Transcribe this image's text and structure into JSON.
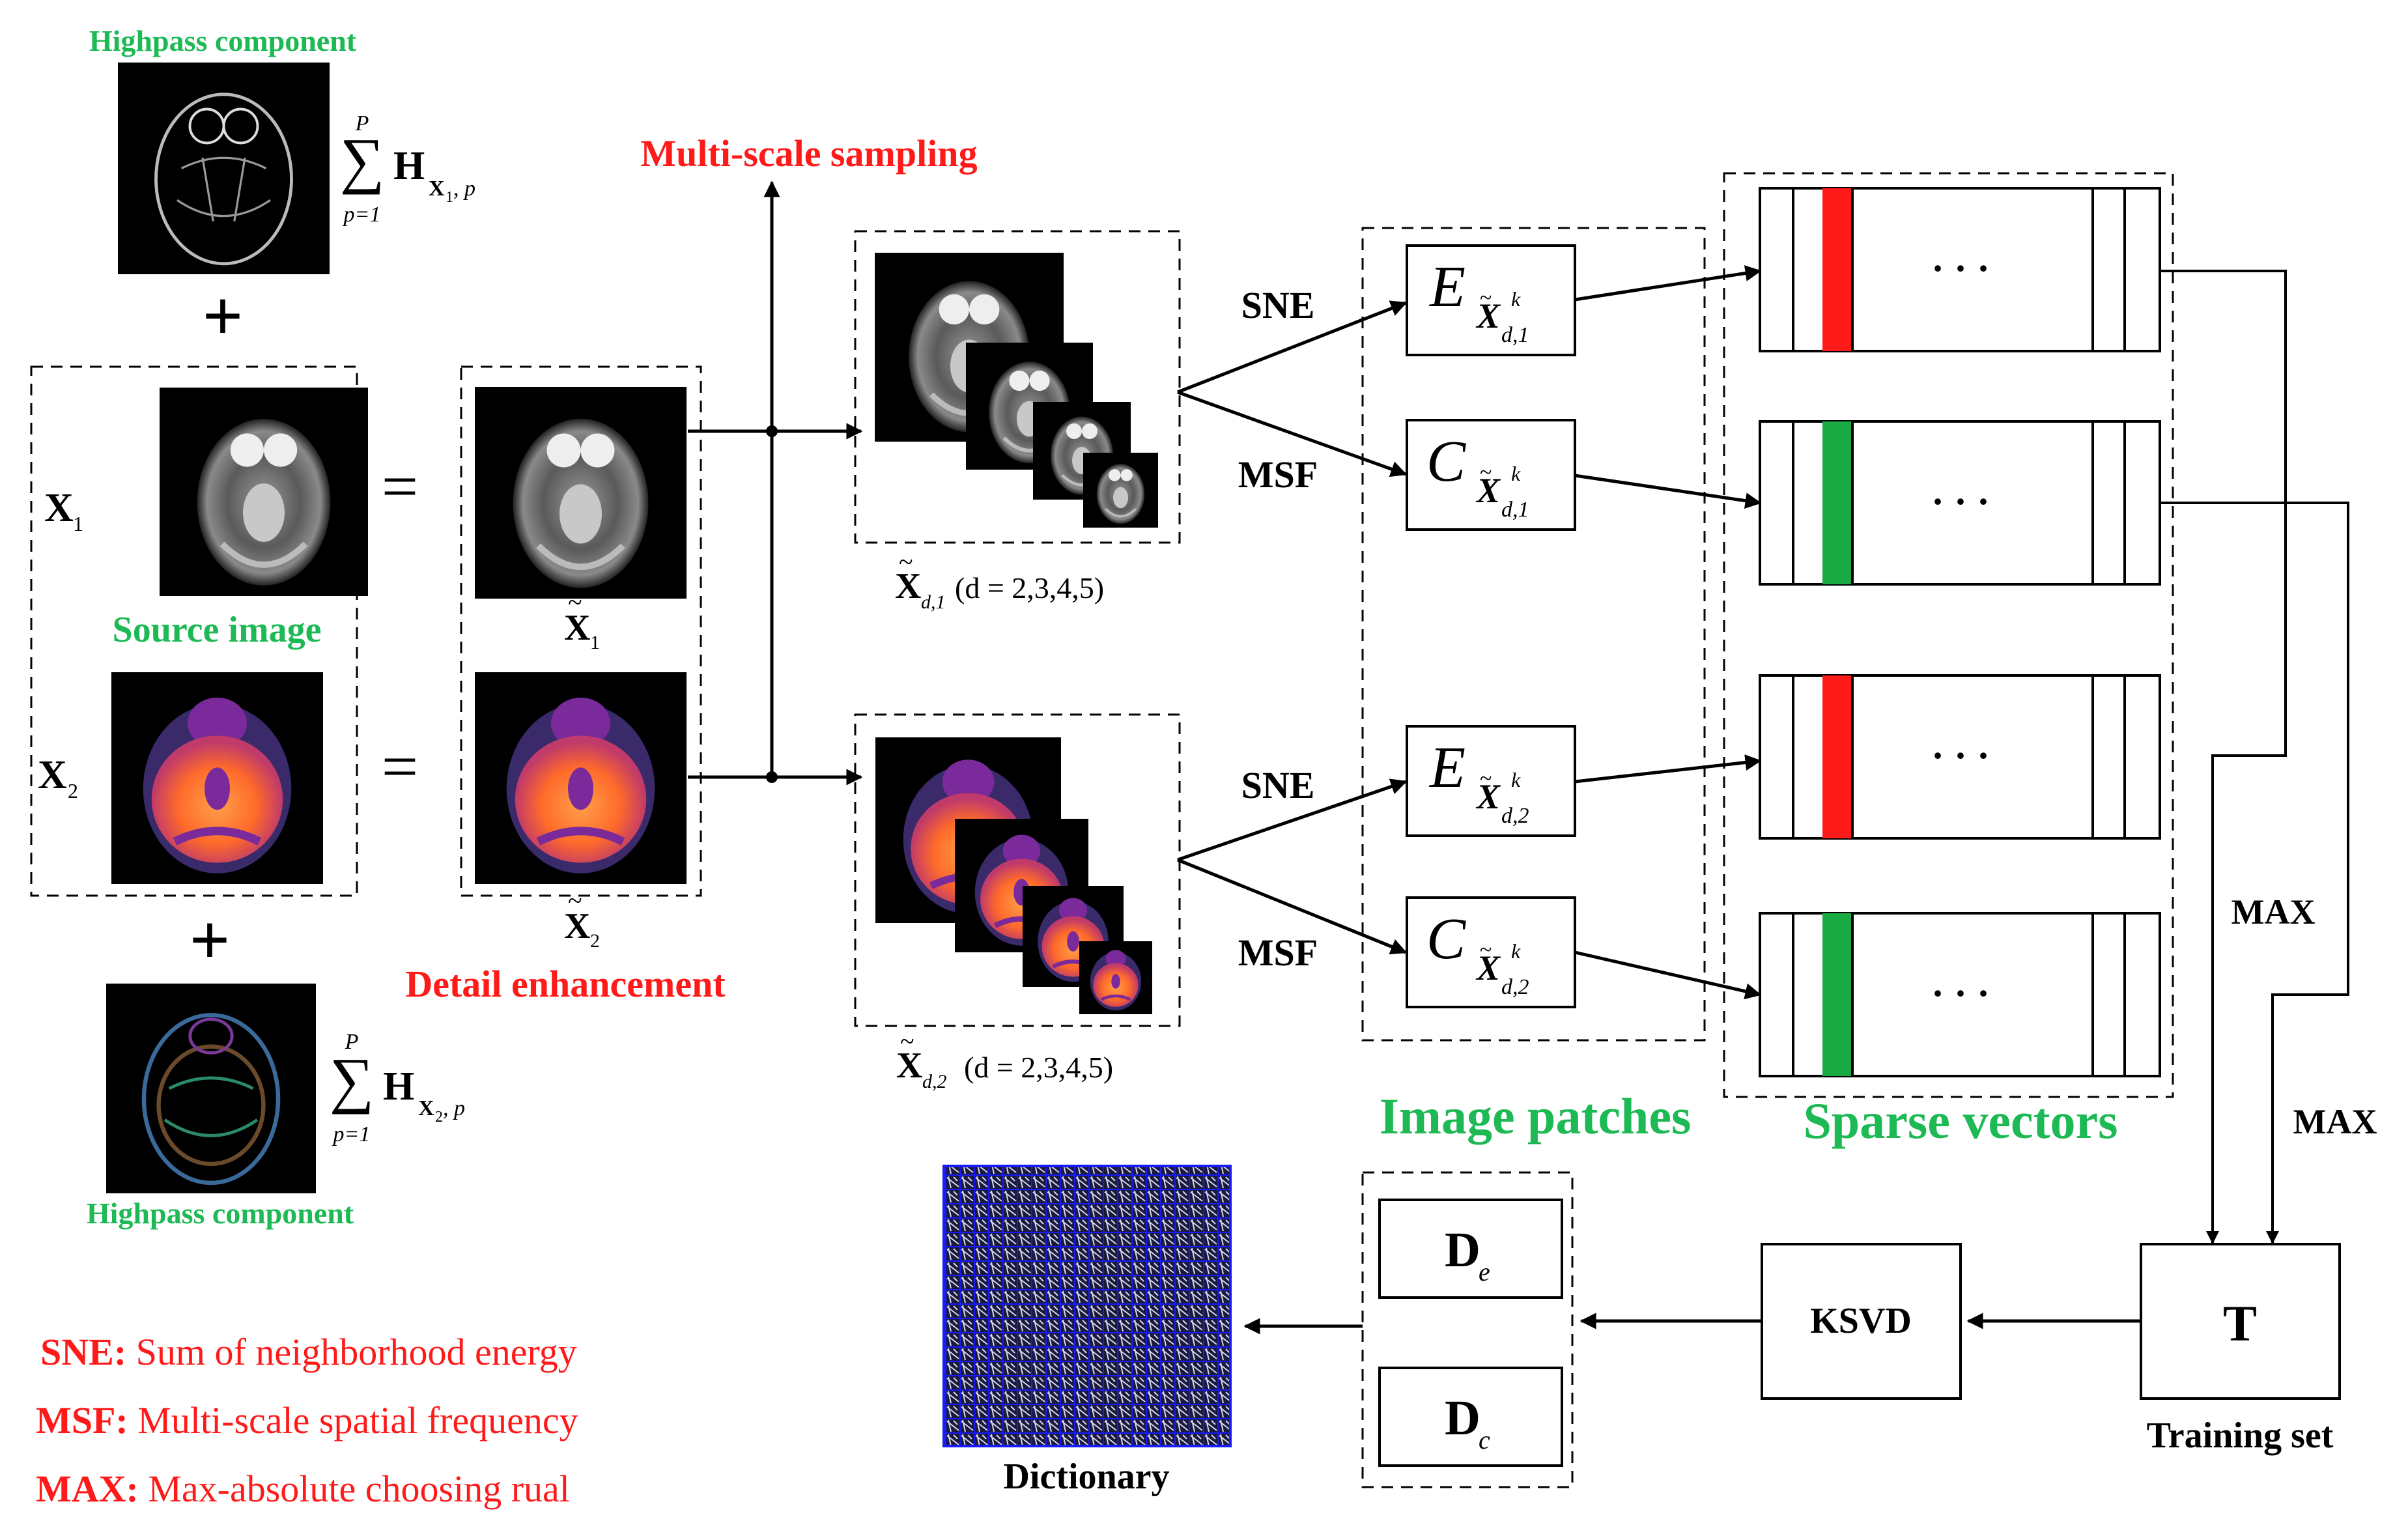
{
  "labels": {
    "highpass_top": "Highpass component",
    "highpass_bottom": "Highpass component",
    "source_image": "Source image",
    "multi_scale_sampling": "Multi-scale sampling",
    "detail_enhancement": "Detail enhancement",
    "image_patches": "Image patches",
    "sparse_vectors": "Sparse vectors",
    "dictionary": "Dictionary",
    "training_set": "Training set",
    "ksvd": "KSVD",
    "t": "T",
    "max_right": "MAX",
    "max_left": "MAX"
  },
  "math": {
    "sum_sigma": "∑",
    "sum_top": "P",
    "sum_bottom": "p=1",
    "h": "H",
    "x1_sub": "X",
    "x1_sub_idx": "1",
    "x2_sub_idx": "2",
    "sub_tail": ", p",
    "x_letter": "X",
    "idx1": "1",
    "idx2": "2",
    "equals": "=",
    "plus": "+",
    "xd1_sub": "d,1",
    "xd2_sub": "d,2",
    "d_range": "(d = 2,3,4,5)",
    "e_letter": "E",
    "c_letter": "C",
    "x_small": "X",
    "k_sup": "k",
    "ellipsis": "· · ·",
    "d_letter": "D",
    "de_sub": "e",
    "dc_sub": "c"
  },
  "branches": {
    "sne": "SNE",
    "msf": "MSF"
  },
  "legend": [
    {
      "abbr": "SNE:",
      "text": " Sum of neighborhood energy"
    },
    {
      "abbr": "MSF:",
      "text": " Multi-scale spatial frequency"
    },
    {
      "abbr": "MAX:",
      "text": " Max-absolute choosing rual"
    }
  ],
  "sparse_bars": [
    "red",
    "green",
    "red",
    "green"
  ],
  "colors": {
    "green_label": "#1db954",
    "red_label": "#ff1a1a",
    "bar_red": "#ff1a1a",
    "bar_green": "#1aaa44",
    "dict_blue": "#1a1aff",
    "pet_orange": "#ff7a2a",
    "pet_purple": "#7a2a9a"
  }
}
